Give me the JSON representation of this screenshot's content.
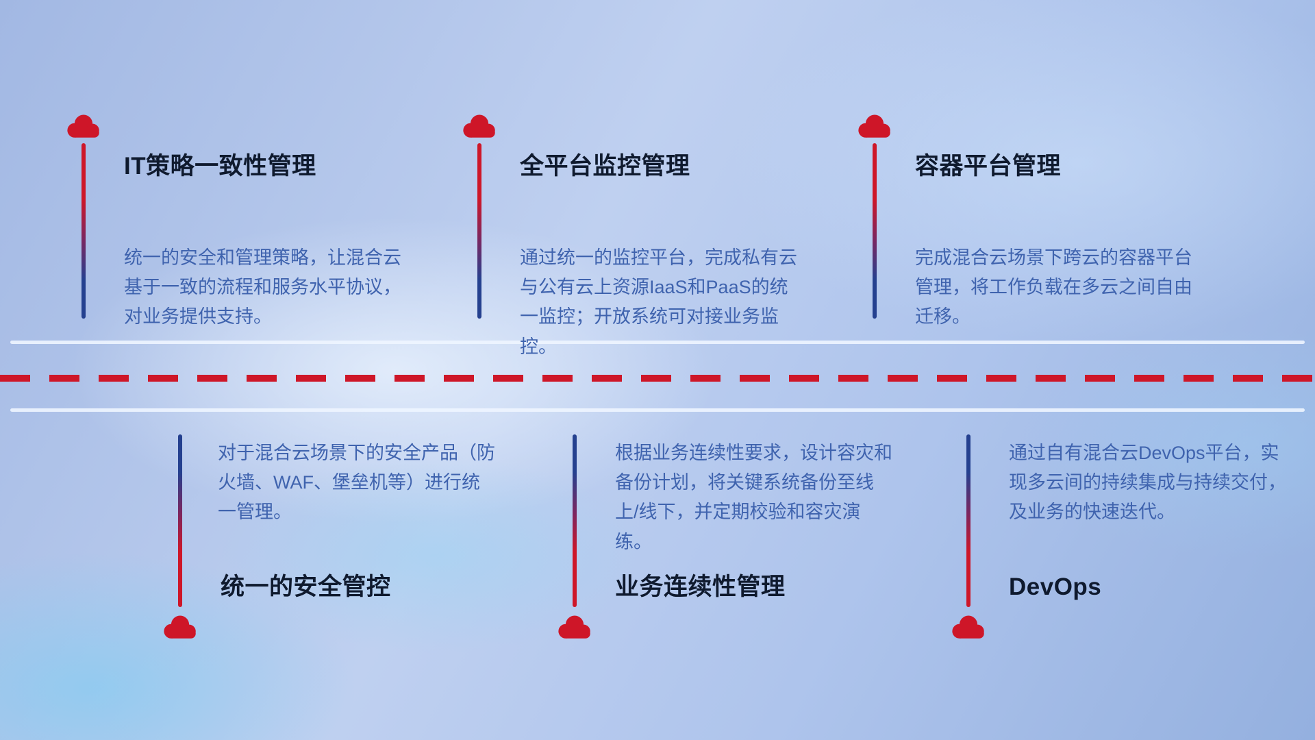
{
  "colors": {
    "accent-red": "#ce1628",
    "line-blue": "#24408f",
    "title-color": "#0f1a2e",
    "desc-color": "#3f63ae"
  },
  "top_items": [
    {
      "title": "IT策略一致性管理",
      "description": "统一的安全和管理策略，让混合云基于一致的流程和服务水平协议，对业务提供支持。"
    },
    {
      "title": "全平台监控管理",
      "description": "通过统一的监控平台，完成私有云与公有云上资源IaaS和PaaS的统一监控；开放系统可对接业务监控。"
    },
    {
      "title": "容器平台管理",
      "description": "完成混合云场景下跨云的容器平台管理，将工作负载在多云之间自由迁移。"
    }
  ],
  "bottom_items": [
    {
      "title": "统一的安全管控",
      "description": "对于混合云场景下的安全产品（防火墙、WAF、堡垒机等）进行统一管理。"
    },
    {
      "title": "业务连续性管理",
      "description": "根据业务连续性要求，设计容灾和备份计划，将关键系统备份至线上/线下，并定期校验和容灾演练。"
    },
    {
      "title": "DevOps",
      "description": "通过自有混合云DevOps平台，实现多云间的持续集成与持续交付，及业务的快速迭代。"
    }
  ]
}
